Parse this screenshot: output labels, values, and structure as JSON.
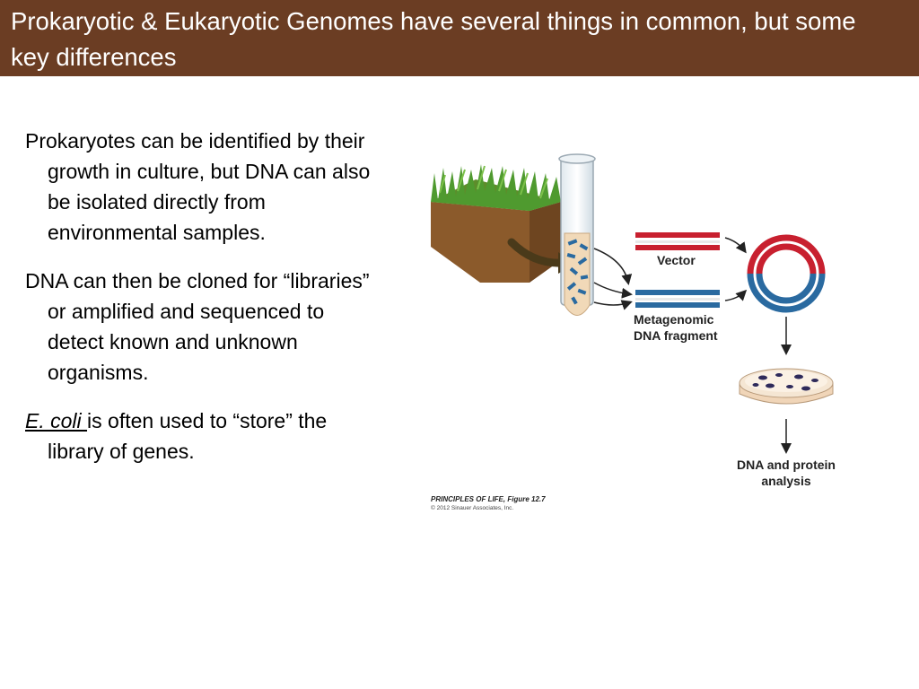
{
  "slide": {
    "title": "Prokaryotic & Eukaryotic Genomes have several things in common, but some key differences"
  },
  "bullets": [
    {
      "text": "Prokaryotes can be identified by their growth in culture, but DNA can also be isolated directly from environmental samples."
    },
    {
      "text": "DNA can then be cloned for “libraries” or amplified and sequenced to detect known and unknown organisms."
    },
    {
      "lead": "E. coli ",
      "text": "is often used to “store” the library of genes."
    }
  ],
  "figure": {
    "labels": {
      "vector": "Vector",
      "fragment_line1": "Metagenomic",
      "fragment_line2": "DNA fragment",
      "analysis_line1": "DNA and protein",
      "analysis_line2": "analysis"
    },
    "credit_line1": "PRINCIPLES OF LIFE, Figure 12.7",
    "credit_line2": "© 2012 Sinauer Associates, Inc.",
    "colors": {
      "vector": "#c8202f",
      "fragment": "#2a6aa0",
      "soil": "#8b5a2b",
      "grass": "#4f9a2f"
    }
  }
}
